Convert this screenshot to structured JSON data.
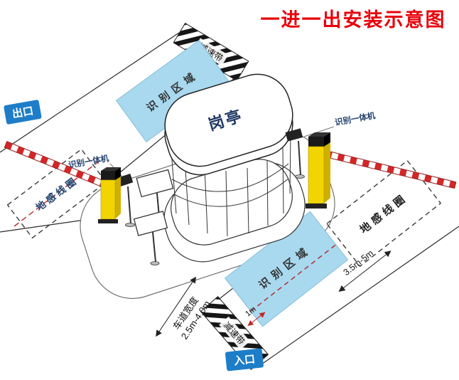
{
  "title": "一进一出安装示意图",
  "badges": {
    "exit": "出口",
    "entrance": "入口"
  },
  "booth": {
    "label": "岗亭"
  },
  "exit_lane": {
    "speed_bump": "减速带",
    "recognition_area": "识别区域",
    "ground_loop": "地感线圈",
    "camera": "识别一体机"
  },
  "entrance_lane": {
    "speed_bump": "减速带",
    "recognition_area": "识别区域",
    "ground_loop": "地感线圈",
    "camera": "识别一体机"
  },
  "dimensions": {
    "loop_length": "3.5m-5m",
    "bump_to_area": "1m",
    "lane_width_label": "车道宽度",
    "lane_width_value": "2.5m-4.0m"
  },
  "colors": {
    "title": "#e8000a",
    "badge_bg": "#1e7dc8",
    "recognition_fill": "#a9d9ef",
    "barrier_yellow": "#f2d400",
    "arm_red": "#d42626",
    "booth_text": "#1f3864",
    "annotation": "#24426e"
  }
}
